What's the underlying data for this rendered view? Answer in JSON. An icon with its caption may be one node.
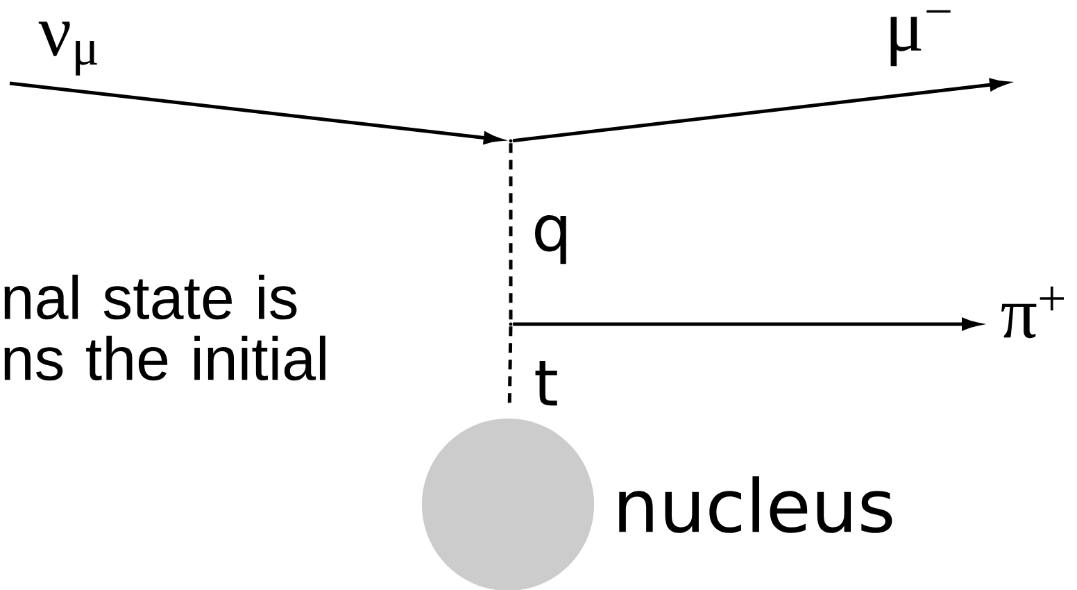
{
  "diagram": {
    "nodes": [
      {
        "text": [],
        "shape": "point"
      },
      {
        "text": [],
        "shape": "point"
      },
      {
        "text": [],
        "shape": "circle",
        "beside": [
          "nucleus"
        ]
      }
    ],
    "edges": [
      {
        "from": null,
        "to": 0,
        "arrow": "to",
        "label": "ν$_{μ}$"
      },
      {
        "from": 0,
        "to": null,
        "arrow": "to",
        "label": "μ$^{−}$"
      },
      {
        "from": 0,
        "to": 1,
        "arrow": "none",
        "style": "dashed",
        "label": "q"
      },
      {
        "from": 1,
        "to": null,
        "arrow": "to",
        "label": "π$^{+}$"
      },
      {
        "from": 1,
        "to": 2,
        "arrow": "none",
        "style": "dashed",
        "label": "t"
      }
    ],
    "labels": [
      "nal state is ns the initial"
    ]
  }
}
